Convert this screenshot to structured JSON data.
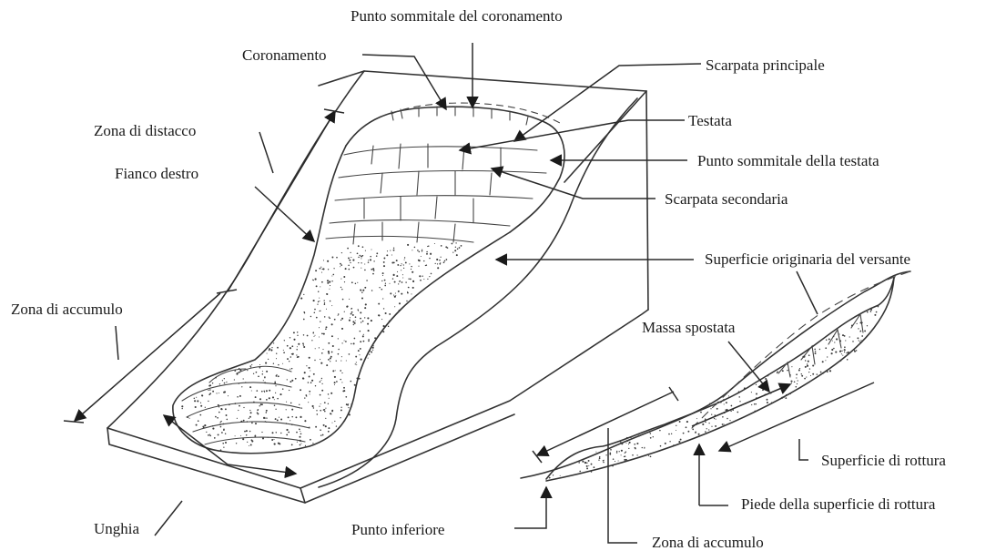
{
  "labels": {
    "punto_sommitale_coronamento": "Punto sommitale del coronamento",
    "coronamento": "Coronamento",
    "scarpata_principale": "Scarpata principale",
    "zona_di_distacco": "Zona di distacco",
    "testata": "Testata",
    "punto_sommitale_testata": "Punto sommitale della testata",
    "fianco_destro": "Fianco destro",
    "scarpata_secondaria": "Scarpata secondaria",
    "superficie_originaria": "Superficie originaria del versante",
    "zona_di_accumulo_left": "Zona di accumulo",
    "massa_spostata": "Massa spostata",
    "superficie_di_rottura": "Superficie di rottura",
    "piede_superficie_rottura": "Piede della superficie di rottura",
    "unghia": "Unghia",
    "punto_inferiore": "Punto inferiore",
    "zona_di_accumulo_bottom": "Zona di accumulo"
  },
  "colors": {
    "ink": "#2a2a2a",
    "background": "#ffffff"
  }
}
